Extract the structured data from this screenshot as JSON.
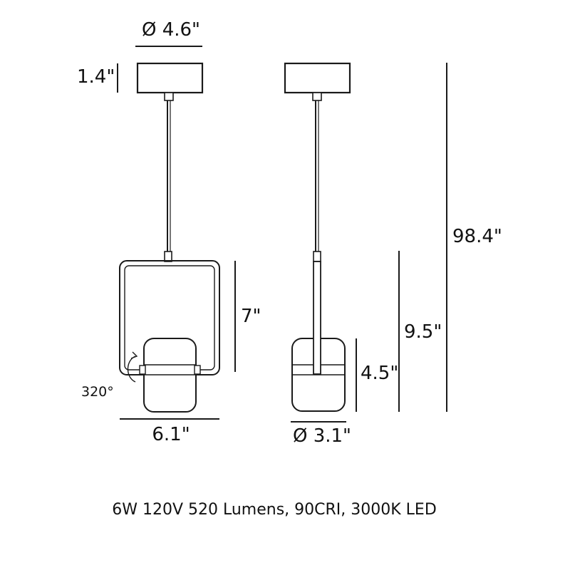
{
  "dimensions": {
    "canopy_diameter": "Ø 4.6\"",
    "canopy_height": "1.4\"",
    "overall_height": "98.4\"",
    "fixture_height": "9.5\"",
    "frame_height": "7\"",
    "shade_height": "4.5\"",
    "rotation": "320°",
    "fixture_width": "6.1\"",
    "shade_diameter": "Ø 3.1\""
  },
  "spec_line": "6W 120V 520 Lumens, 90CRI, 3000K LED",
  "colors": {
    "line": "#1a1a1a",
    "text": "#111111",
    "shade_fill": "#ffffff"
  }
}
